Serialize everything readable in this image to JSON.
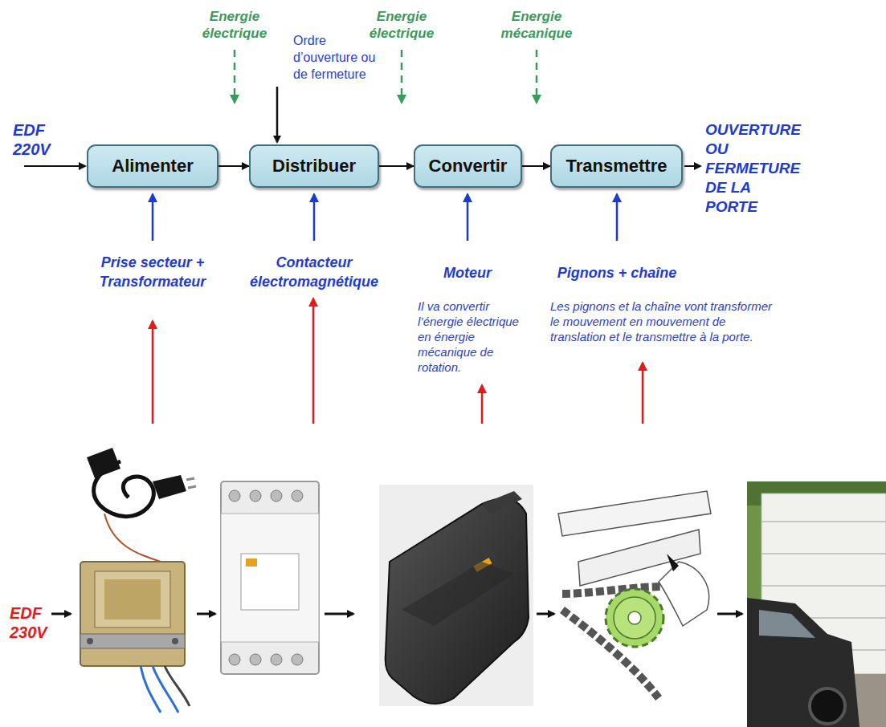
{
  "diagram": {
    "nodes": [
      {
        "text": [
          "Alimenter"
        ]
      },
      {
        "text": [
          "Distribuer"
        ]
      },
      {
        "text": [
          "Convertir"
        ]
      },
      {
        "text": [
          "Transmettre"
        ]
      }
    ],
    "edges": [
      {
        "from": 0,
        "to": 1,
        "arrow": "to"
      },
      {
        "from": 1,
        "to": 2,
        "arrow": "to"
      },
      {
        "from": 2,
        "to": 3,
        "arrow": "to"
      }
    ],
    "labels": [
      "Energie électrique",
      "Ordre d’ouverture ou de fermeture",
      "Energie électrique",
      "Energie mécanique",
      "EDF 220V",
      "OUVERTURE OU FERMETURE DE LA PORTE",
      "Prise secteur + Transformateur",
      "Contacteur électromagnétique",
      "Moteur",
      "Pignons + chaîne",
      "Il va convertir l’énergie électrique en énergie mécanique de rotation.",
      "Les pignons et la chaîne vont transformer le mouvement en mouvement de translation et le transmettre à la porte.",
      "EDF 230V"
    ]
  }
}
